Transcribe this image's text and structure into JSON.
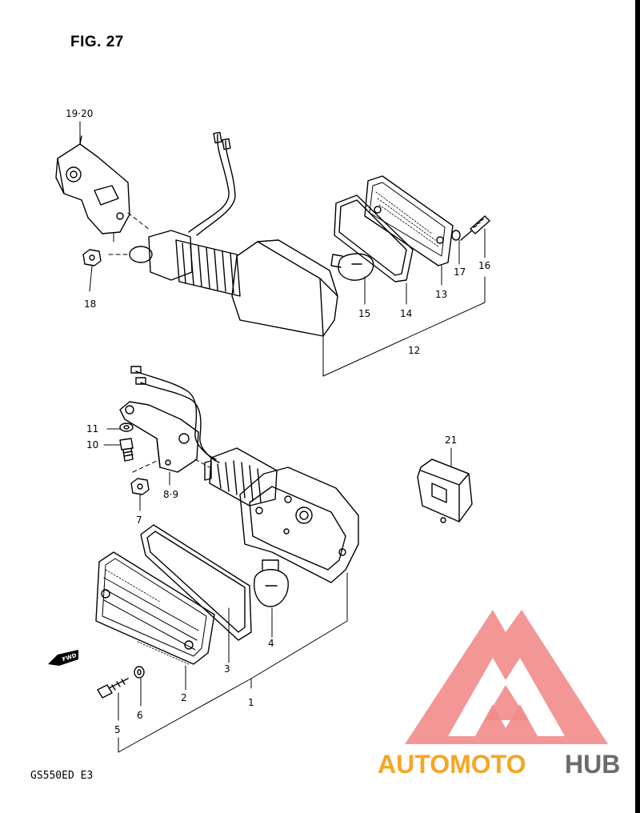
{
  "figure": {
    "title": "FIG. 27",
    "model_code": "GS550ED  E3"
  },
  "callouts": {
    "c1": "1",
    "c2": "2",
    "c3": "3",
    "c4": "4",
    "c5": "5",
    "c6": "6",
    "c7": "7",
    "c89": "8·9",
    "c10": "10",
    "c11": "11",
    "c12": "12",
    "c13": "13",
    "c14": "14",
    "c15": "15",
    "c16": "16",
    "c17": "17",
    "c18": "18",
    "c1920": "19·20",
    "c21": "21"
  },
  "fwd_arrow": {
    "label": "FWD"
  },
  "watermark": {
    "part1": "AUTOMOTO",
    "part2": "HUB",
    "colors": {
      "accent": "#f28b8b",
      "orange": "#f5a623",
      "gray": "#6b6b6b"
    }
  }
}
